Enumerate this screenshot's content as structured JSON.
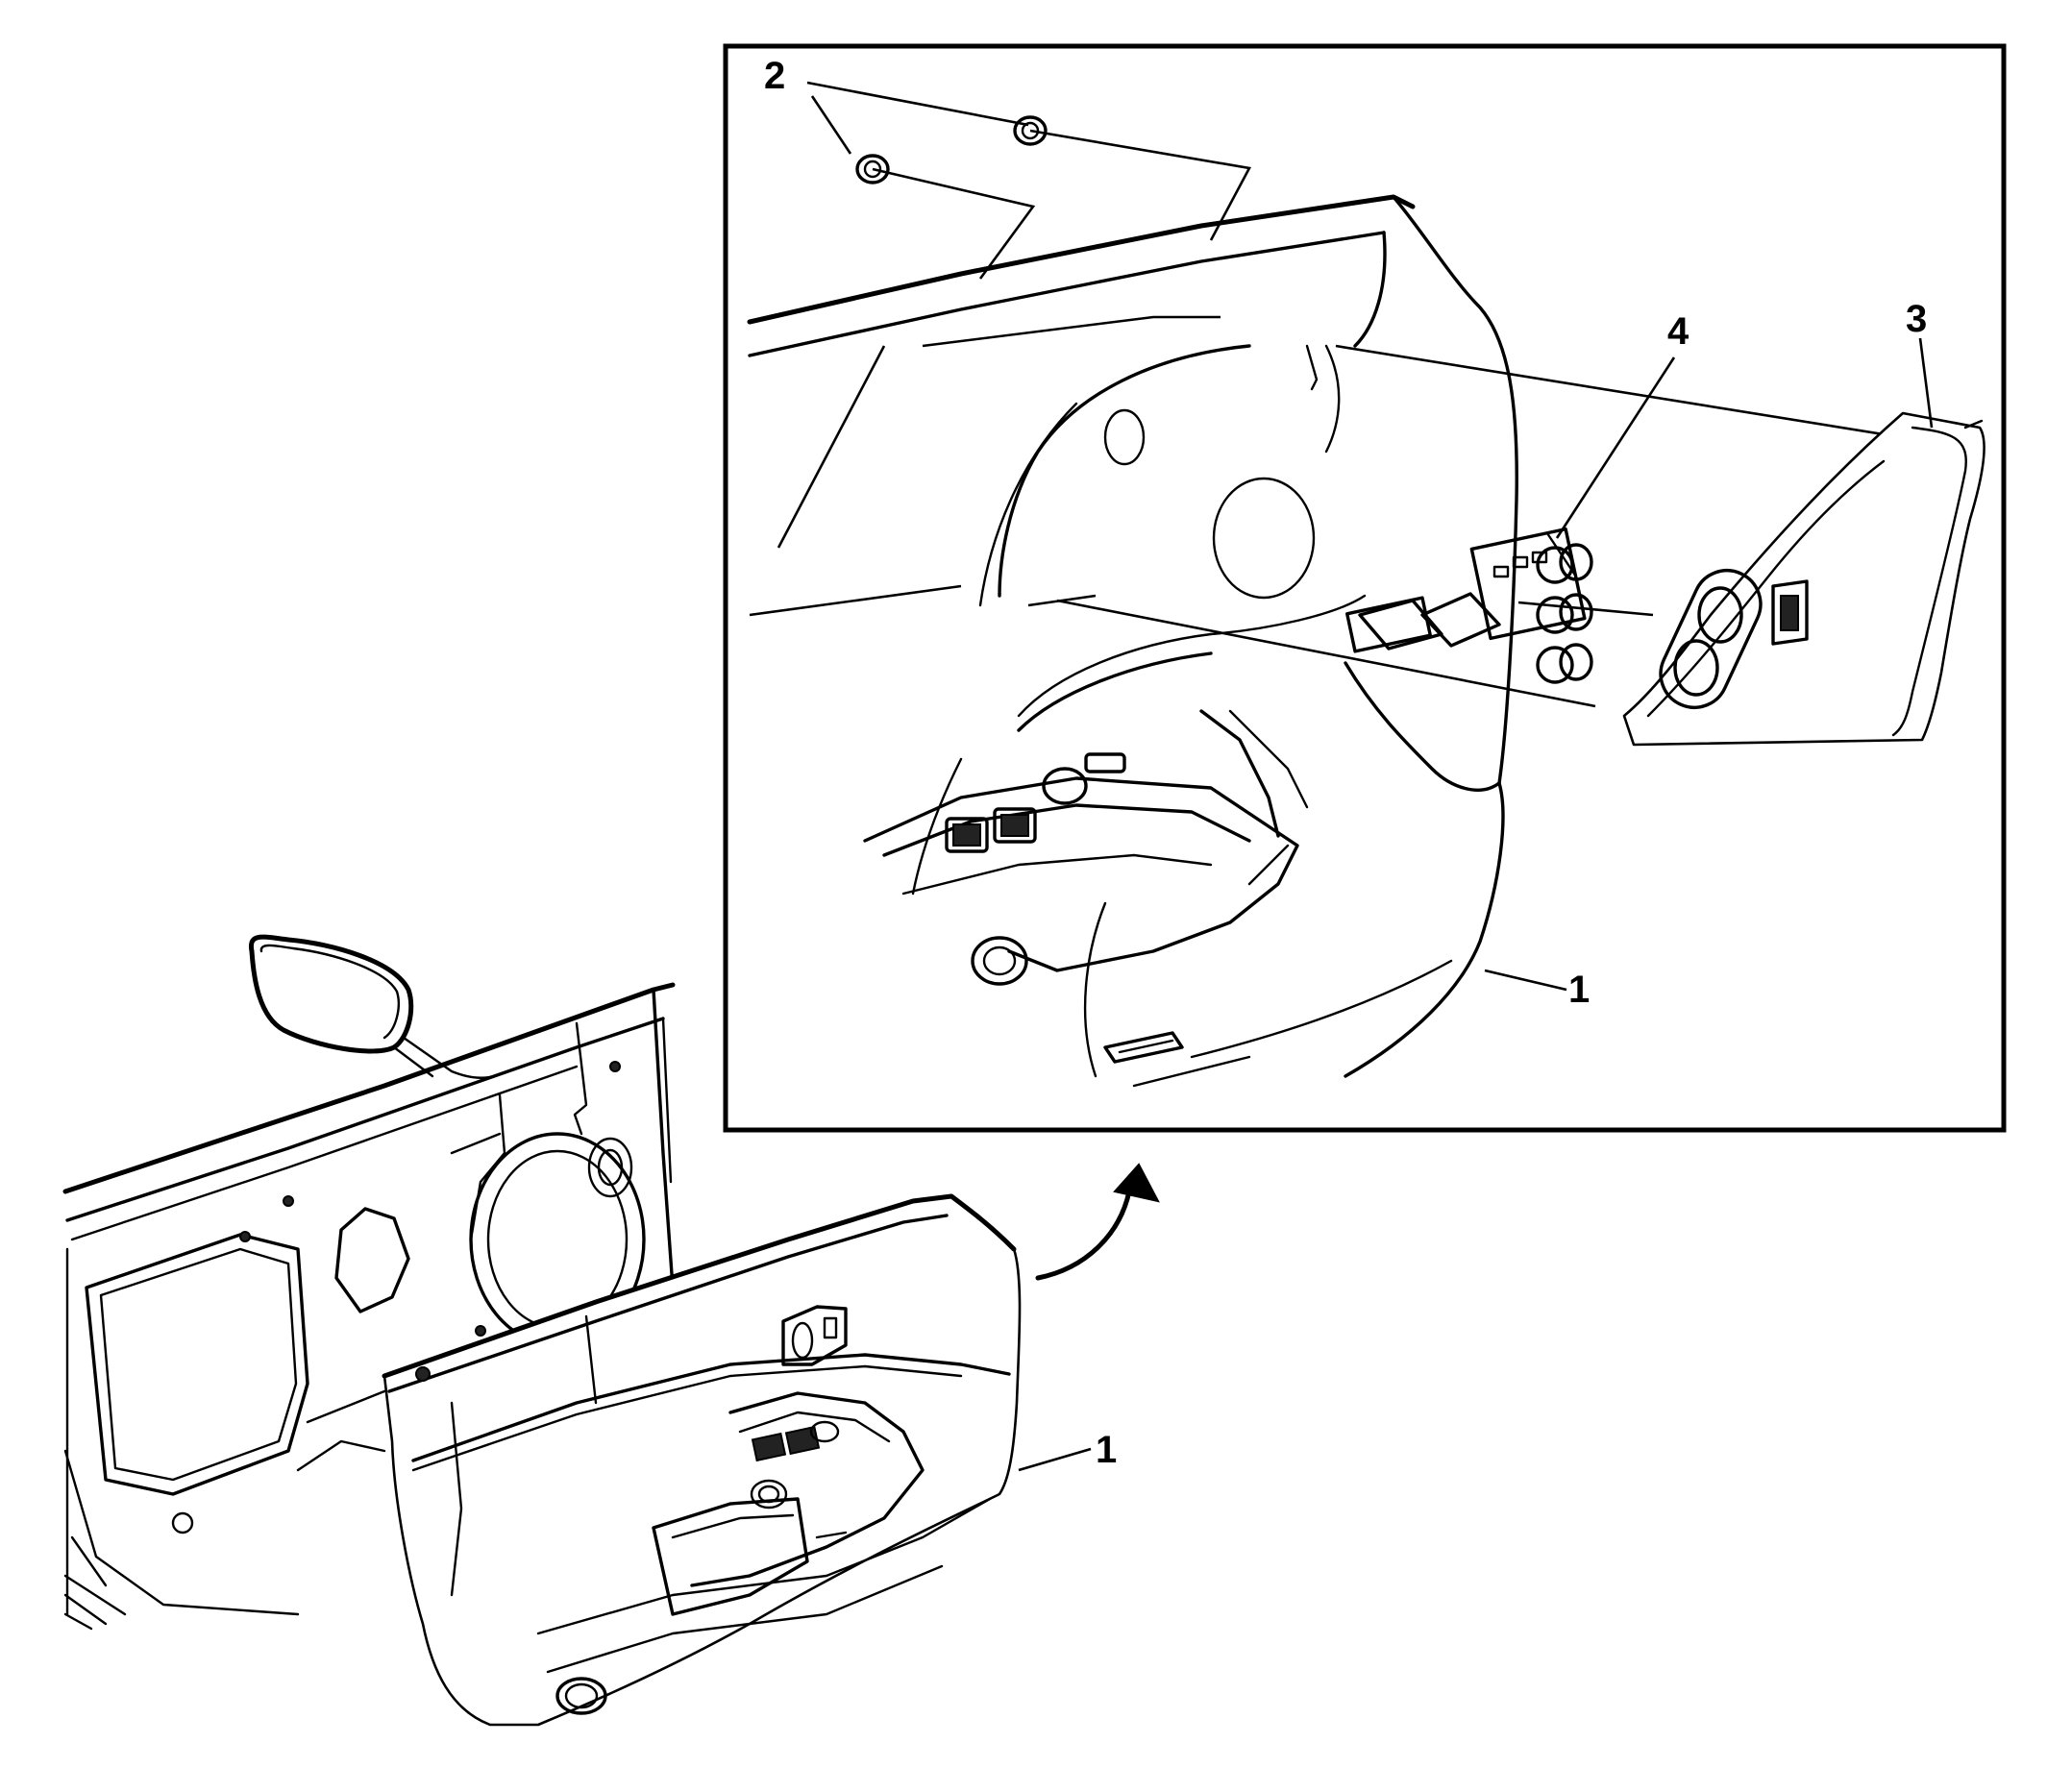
{
  "diagram": {
    "callouts": [
      {
        "id": "inset-label-2",
        "text": "2"
      },
      {
        "id": "inset-label-4",
        "text": "4"
      },
      {
        "id": "inset-label-3",
        "text": "3"
      },
      {
        "id": "inset-label-1",
        "text": "1"
      },
      {
        "id": "main-label-1",
        "text": "1"
      }
    ]
  }
}
